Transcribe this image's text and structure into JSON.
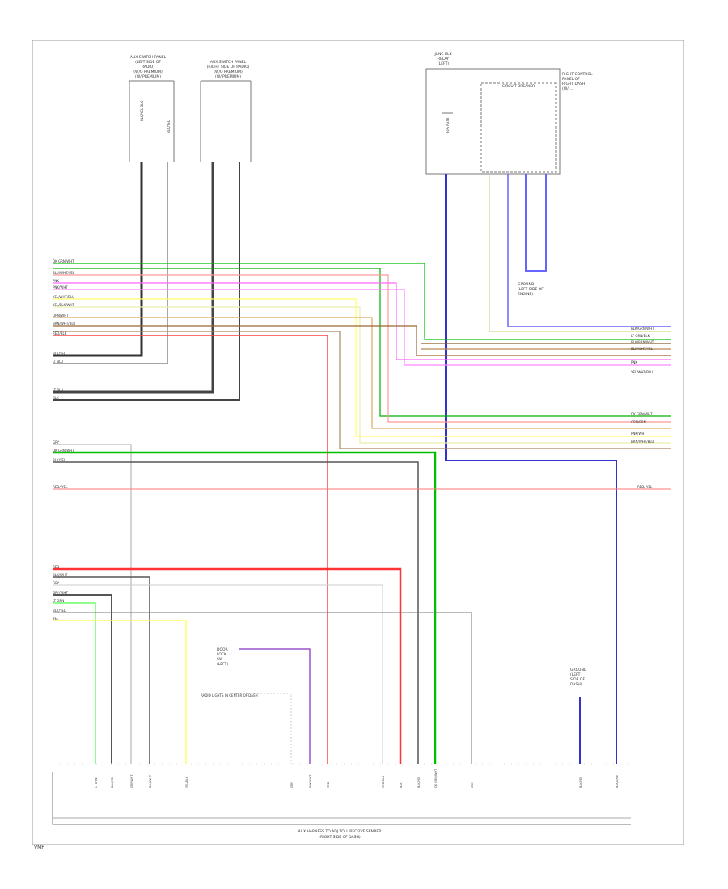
{
  "footer": {
    "module_label_line1": "AUX HARNESS TO ADJ TOLL RECEIVE SENDER",
    "module_label_line2": "(RIGHT SIDE OF DASH)",
    "corner_code": "VMP"
  },
  "components": {
    "top_left_1": [
      "AUX SWITCH PANEL",
      "(LEFT SIDE OF",
      "RADIO)",
      "(W/O PREMIUM)",
      "(W/ PREMIUM)"
    ],
    "top_left_2": [
      "AUX SWITCH PANEL",
      "(RIGHT SIDE OF RADIO)",
      "(W/O PREMIUM)",
      "(W/ PREMIUM)"
    ],
    "top_right_box": [
      "JUNC BLK",
      "RELAY",
      "(LEFT)"
    ],
    "top_right_inner": "CIRCUIT BREAKER",
    "top_right_note": [
      "RIGHT CONTROL",
      "PANEL OF",
      "RIGHT DASH",
      "(W/ ...)"
    ],
    "mid_ground": [
      "GROUND",
      "(LEFT SIDE OF",
      "ENGINE)"
    ],
    "lower_device": [
      "DOOR",
      "LOCK",
      "SW",
      "(LEFT)"
    ],
    "lower_note": "RADIO LIGHTS IN CENTER OF DASH",
    "lower_right_ground": [
      "GROUND",
      "(LEFT",
      "SIDE OF",
      "DASH)"
    ]
  },
  "wires": {
    "left_right_bus": [
      {
        "label": "DK GRN/WHT",
        "color": "#00c000"
      },
      {
        "label": "BLU/WHT/YEL",
        "color": "#7a7aff"
      },
      {
        "label": "PNK",
        "color": "#ff66ff"
      },
      {
        "label": "PNK/WHT",
        "color": "#ff8aff"
      },
      {
        "label": "YEL/WHT/BLU",
        "color": "#ffff66"
      },
      {
        "label": "YEL/BLK/WHT",
        "color": "#eeee77"
      },
      {
        "label": "ORN/WHT",
        "color": "#ddaa66"
      },
      {
        "label": "BRN/WHT/BLU",
        "color": "#996633"
      },
      {
        "label": "RED/BLK",
        "color": "#ff4444"
      }
    ],
    "right_labels_group1": [
      "BLK/GRN/WHT",
      "LT GRN/BLK",
      "BLK/BRN/WHT",
      "BLK/WHT/YEL",
      "PNK",
      "YEL/WHT/BLU"
    ],
    "right_labels_group2": [
      "DK GRN/WHT",
      "ORN/BRN",
      "PNK/WHT",
      "BRN/WHT/BLU"
    ],
    "red_horizontal": "RED/ YEL",
    "left_labels_lower": [
      "RED",
      "BLK/WHT",
      "GRY",
      "GRY/WHT",
      "LT GRN",
      "BLK/YEL",
      "YEL"
    ],
    "left_labels_mid": [
      "GRY",
      "DK GRN/WHT",
      "BLK/YEL"
    ],
    "left_labels_upper": [
      "BLK/YEL",
      "LT BLU",
      "LT BLU",
      "BLK"
    ],
    "pin_labels_bottom": [
      "LT GRN",
      "BLK/YEL",
      "GRY/WHT",
      "BLK/WHT",
      "YEL/BLK",
      "GRY",
      "PNK/WHT",
      "RED",
      "RED/BLK",
      "BLK",
      "BLK/YEL",
      "DK GRN/WHT",
      "GRY",
      "BLK/YEL",
      "BLK/GRN"
    ]
  }
}
